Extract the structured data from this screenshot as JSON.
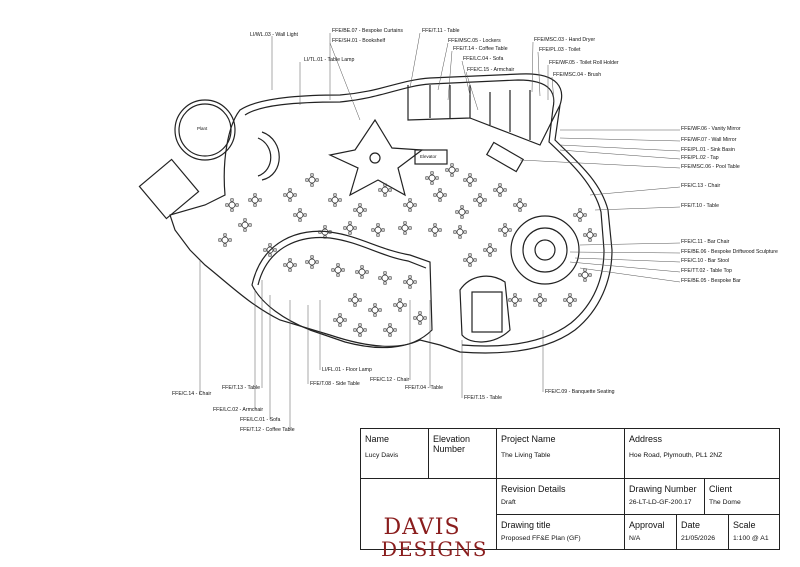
{
  "labels_top": [
    "LI/WL.03 - Wall Light",
    "LI/TL.01 - Table Lamp",
    "FFE/BE.07 - Bespoke Curtains",
    "FFE/SH.01 - Bookshelf",
    "FFE/T.11 - Table",
    "FFE/MSC.05 - Lockers",
    "FFE/T.14 - Coffee Table",
    "FFE/LC.04 - Sofa",
    "FFE/C.15 - Armchair",
    "FFE/MSC.03 - Hand Dryer",
    "FFE/PL.03 - Toilet",
    "FFE/WF.05 - Toilet Roll Holder",
    "FFE/MSC.04 - Brush"
  ],
  "labels_right": [
    "FFE/WF.06 - Vanity Mirror",
    "FFE/WF.07 - Wall Mirror",
    "FFE/PL.01 - Sink Basin",
    "FFE/PL.02 - Tap",
    "FFE/MSC.06 - Pool Table",
    "FFE/C.13 - Chair",
    "FFE/T.10 - Table",
    "FFE/C.11 - Bar Chair",
    "FFE/BE.06 - Bespoke Driftwood Sculpture",
    "FFE/C.10 - Bar Stool",
    "FFE/TT.02 - Table Top",
    "FFE/BE.05 - Bespoke Bar"
  ],
  "labels_bottom": [
    "FFE/C.14 - Chair",
    "FFE/T.13 - Table",
    "FFE/LC.02 - Armchair",
    "FFE/LC.01 - Sofa",
    "FFE/T.12 - Coffee Table",
    "LI/FL.01 - Floor Lamp",
    "FFE/T.08 - Side Table",
    "FFE/C.12 - Chair",
    "FFE/T.04 - Table",
    "FFE/T.15 - Table",
    "FFE/C.09 - Banquette Seating"
  ],
  "rooms": {
    "plant": "Plant",
    "elevator": "Elevator"
  },
  "title_block": {
    "name_header": "Name",
    "name_value": "Lucy Davis",
    "elevation_header": "Elevation Number",
    "project_header": "Project Name",
    "project_value": "The Living Table",
    "address_header": "Address",
    "address_value": "Hoe Road, Plymouth, PL1 2NZ",
    "revision_header": "Revision Details",
    "revision_value": "Draft",
    "drawing_number_header": "Drawing Number",
    "drawing_number_value": "26-LT-LD-GF-200.17",
    "client_header": "Client",
    "client_value": "The Dome",
    "drawing_title_header": "Drawing title",
    "drawing_title_value": "Proposed FF&E Plan (GF)",
    "approval_header": "Approval",
    "approval_value": "N/A",
    "date_header": "Date",
    "date_value": "21/05/2026",
    "scale_header": "Scale",
    "scale_value": "1:100 @ A1",
    "logo_line1": "DAVIS",
    "logo_line2": "DESIGNS"
  }
}
